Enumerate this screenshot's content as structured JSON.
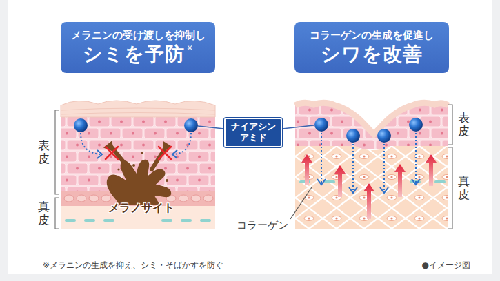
{
  "diagram": {
    "nodes": [
      {
        "text": [
          "メラニンの受け渡しを抑制し",
          "シミを予防",
          "※"
        ]
      },
      {
        "text": [
          "コラーゲンの生成を促進し",
          "シワを改善"
        ]
      },
      {
        "text": [
          "ナイアシン アミド"
        ]
      }
    ],
    "labels": [
      "表皮",
      "真皮",
      "メラノサイト",
      "表皮",
      "真皮",
      "コラーゲン",
      "※メラニンの生成を抑え、シミ・そばかすを防ぐ",
      "●イメージ図"
    ]
  }
}
